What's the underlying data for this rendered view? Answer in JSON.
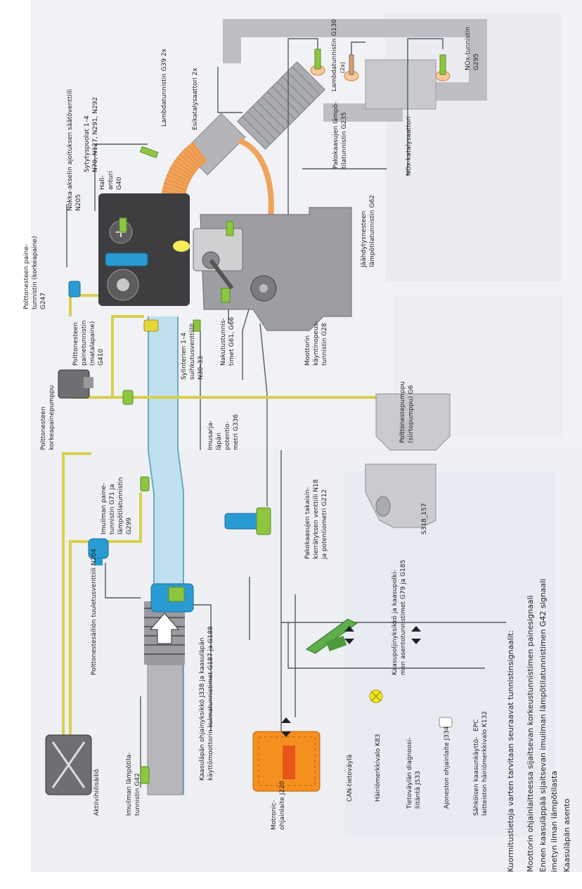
{
  "figure_id": "S318_157",
  "signals_heading": "Kuormitustietoja varten tarvitaan seuraavat tunnistinsignaalit:",
  "signals": [
    "Moottorin ohjainlaitteessa sijaitsevan korkeustunnistimen painesignaali",
    "Ennen kaasuläppää sijaitsevan imuilman lämpötilatunnistimen G42 signaali",
    "imetyn ilman lämpötilasta",
    "Kaasuläpän asento"
  ],
  "labels": {
    "lambda_g130": "Lambdatunnistin G130",
    "nox_g295_a": "NOx-tunnistin",
    "nox_g295_b": "G295",
    "lambda_g39": "Lambdatunnistin G39 2x",
    "esikatalysaattori": "Esikatalysaattori 2x",
    "nokka_a": "Nokka-akselin ajoituksen säätöventtiili",
    "nokka_b": "N205",
    "sytytys_a": "Sytytyspuolat 1–4",
    "sytytys_b": "N70, N127, N291, N292",
    "hall_a": "Hall-",
    "hall_b": "anturi",
    "hall_c": "G40",
    "poltto_korkea_a": "Polttonesteen paine-",
    "poltto_korkea_b": "tunnistin (korkeapaine)",
    "poltto_korkea_c": "G247",
    "pakokaasu_lampo_a": "Pakokaasujen lämpö-",
    "pakokaasu_lampo_b": "tilatunnistin G235",
    "nox_kat": "NOx-katalysaattori",
    "jaahdytys_a": "Jäähdytysnesteen",
    "jaahdytys_b": "lämpötilatunnistin G62",
    "poltto_mata_a": "Polttonesteen",
    "poltto_mata_b": "painetunnistin",
    "poltto_mata_c": "(matalapaine)",
    "poltto_mata_d": "G410",
    "syl_a": "Sylinterien 1–4",
    "syl_b": "suihkutusventtiilit",
    "syl_c": "N30–33",
    "naku_a": "Nakutustunnis-",
    "naku_b": "timet G61, G66",
    "kaynti_a": "Moottorin",
    "kaynti_b": "käyntinopeus-",
    "kaynti_c": "tunnistin G28",
    "korkea_pumppu_a": "Polttonesteen",
    "korkea_pumppu_b": "korkeapainepumppu",
    "imusarja_a": "Imusarja-",
    "imusarja_b": "läpän",
    "imusarja_c": "potentio-",
    "imusarja_d": "metri G336",
    "poltto_pumppu_a": "Polttonestepumppu",
    "poltto_pumppu_b": "(siirtopumppu) G6",
    "imuilma_paine_a": "Imuilman paine-",
    "imuilma_paine_b": "tunnistin G71 ja",
    "imuilma_paine_c": "lämpötilatunnistin",
    "imuilma_paine_d": "G299",
    "egr_a": "Pakokaasujen takaisin-",
    "egr_b": "kierrätyksen venttiili N18",
    "egr_c": "ja potentiometri G212",
    "tuuletus": "Polttonestesäiliön tuuletusventtiili N204",
    "kaasupoljin_a": "Kaasupoljinyksikkö ja kaasupolki-",
    "kaasupoljin_b": "men asentotunnistimet G79 ja G185",
    "kaasulappa_a": "Kaasuläpän ohjainyksikkö J338 ja kaasuläpän",
    "kaasulappa_b": "käyttömoottorin kulmatunnistimet G187 ja G188",
    "aktiivihiili": "Aktiivihiilisäiliö",
    "imuilma_lampo_a": "Imuilman lämpötila-",
    "imuilma_lampo_b": "tunnistin G42",
    "motronic_a": "Motronic-",
    "motronic_b": "ohjainlaite J220",
    "can": "CAN-tietoväylä",
    "hairio": "Häiriömerkkivalo K83",
    "tietovayla_a": "Tietoväylän diagnoosi-",
    "tietovayla_b": "liitäntä J533",
    "ajonesto": "Ajoneston ohjainlaite J334",
    "epc_a": "Sähköisen kaasunkäyttö-",
    "epc_b": "laitteiston häiriömerkkivalo K132",
    "epc_symbol": "EPC",
    "lambda_2x": "(2x)"
  },
  "colors": {
    "intake": "#bfe0ee",
    "intake_stroke": "#6ea9c3",
    "exhaust": "#f0a35a",
    "exhaust_dot": "#d76d1e",
    "catalyst": "#b9bbbf",
    "engine": "#7f7f82",
    "engine_dark": "#3e3e40",
    "sensor_green": "#8ec63f",
    "sensor_blue": "#2a9bd2",
    "fuel_line": "#d8cf4e",
    "ecu": "#f58f1e",
    "ecu_inner": "#e8551b",
    "warn": "#f5e61a",
    "wire": "#555a60"
  }
}
